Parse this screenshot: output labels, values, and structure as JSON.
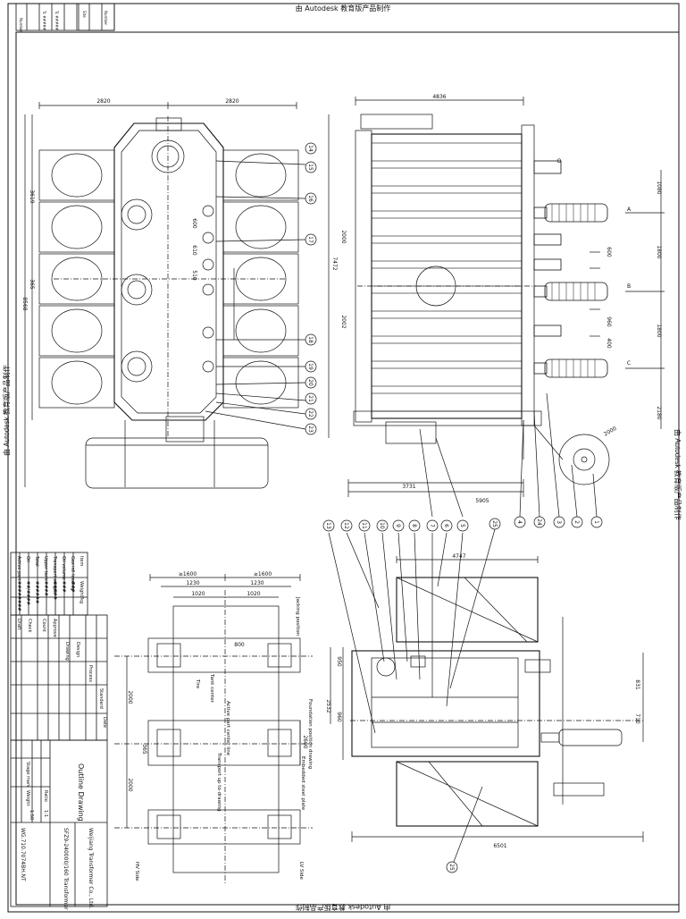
{
  "watermark": "由 Autodesk 教育版产品制作",
  "top_labels": [
    "Number",
    "Tc #####",
    "Tc #####",
    "Site",
    "Number"
  ],
  "dims": {
    "plan_half_left": "2820",
    "plan_half_right": "2820",
    "plan_depth": "3619",
    "plan_total": "8568",
    "plan_mid": "365",
    "plan_gap_600": "600",
    "plan_gap_610": "610",
    "plan_gap_510": "510",
    "side_width": "4836",
    "side_2000a": "2000",
    "side_7472": "7472",
    "side_2002": "2002",
    "side_1080": "1080",
    "side_1800a": "1800",
    "side_1800b": "1800",
    "side_600": "600",
    "side_960": "960",
    "side_400": "400",
    "side_2180": "2180",
    "side_3731": "3731",
    "side_5905": "5905",
    "side_2000c": "2000",
    "front_width": "4747",
    "front_950": "950",
    "front_2532": "2532",
    "front_960": "960",
    "front_831": "831",
    "front_710": "710",
    "front_6501": "6501",
    "base_1600a": "≥1600",
    "base_1600b": "≥1600",
    "base_1230a": "1230",
    "base_1230b": "1230",
    "base_1020a": "1020",
    "base_1020b": "1020",
    "base_800": "800",
    "base_2000a": "2000",
    "base_2000b": "2000",
    "base_365": "365",
    "base_2600": "2600"
  },
  "callouts_plan": [
    "14",
    "15",
    "16",
    "17",
    "18",
    "19",
    "20",
    "21",
    "22",
    "23"
  ],
  "callouts_side": [
    "1",
    "2",
    "3",
    "24",
    "4"
  ],
  "callouts_front": [
    "13",
    "12",
    "11",
    "10",
    "9",
    "8",
    "7",
    "6",
    "5",
    "25",
    "25"
  ],
  "phase_labels": [
    "A",
    "B",
    "C",
    "O"
  ],
  "base_notes": [
    "Jacking position",
    "Tank center",
    "Tire",
    "Active part center line",
    "Foundation position drawing",
    "Embedded steel plate",
    "Transport up to drawing",
    "HV Side",
    "LV Side"
  ],
  "info_table": {
    "headers": [
      "Item",
      "Weight/kg"
    ],
    "rows": [
      [
        "Active part",
        "########"
      ],
      [
        "Oil",
        "##/####"
      ],
      [
        "Total",
        "######"
      ],
      [
        "Upper tank",
        "####"
      ],
      [
        "Transport weight",
        "#####"
      ],
      [
        "Oil volume",
        "###"
      ],
      [
        "Gas inf. loading",
        "###"
      ]
    ]
  },
  "title_block": {
    "signoff_rows": [
      "Draft",
      "Check",
      "Count",
      "Approve"
    ],
    "signoff_cols": [
      "Drawing",
      "Design",
      "Process",
      "Standard",
      "Date"
    ],
    "drawing_title": "Outline Drawing",
    "labels": [
      "Stage mark",
      "Weight",
      "Ratio"
    ],
    "ratio": "1:1",
    "scale": "1:50",
    "company": "Weijiang Transformer Co., Ltd.",
    "model": "SFZ9-240000/160 Transformer",
    "drawing_no": "WG.710.7074BH.NT"
  }
}
